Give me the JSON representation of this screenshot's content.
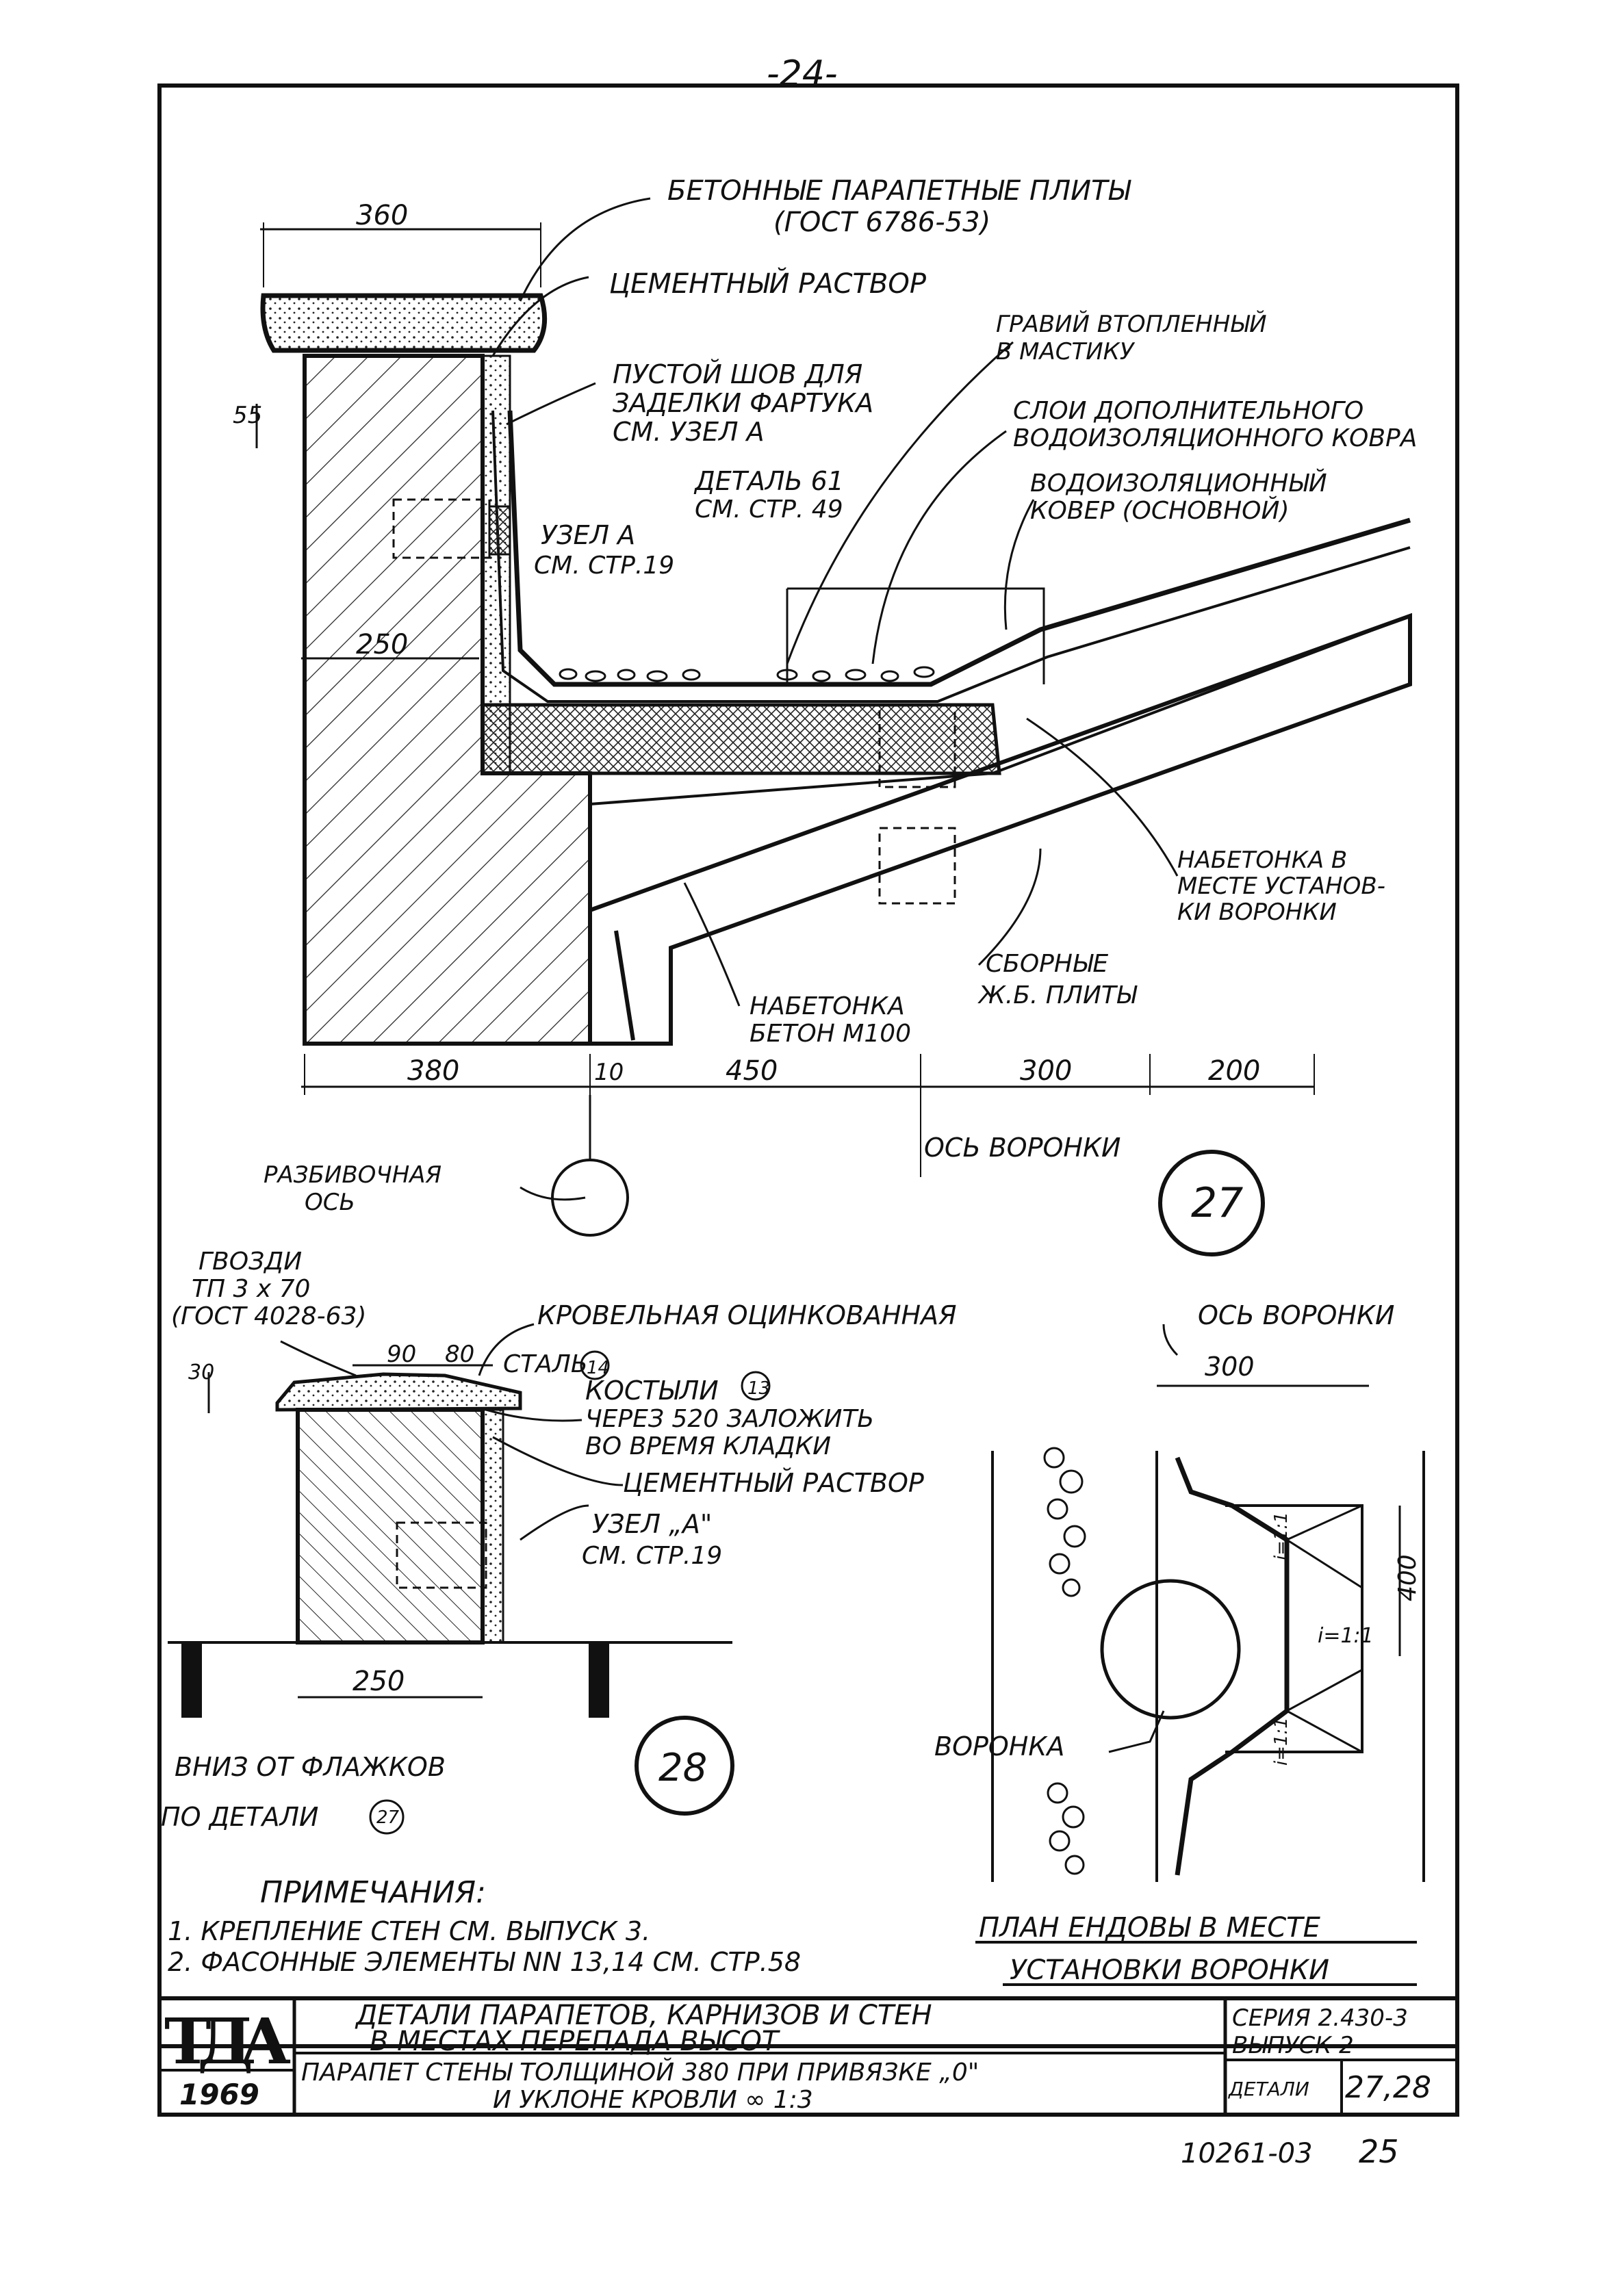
{
  "page": {
    "page_number": "-24-",
    "sheet_number": "25",
    "archive_code": "10261-03"
  },
  "detail27": {
    "labels": {
      "concrete_slabs": "БЕТОННЫЕ ПАРАПЕТНЫЕ ПЛИТЫ",
      "gost": "(ГОСТ 6786-53)",
      "cement_mortar": "ЦЕМЕНТНЫЙ РАСТВОР",
      "empty_joint_1": "ПУСТОЙ ШОВ ДЛЯ",
      "empty_joint_2": "ЗАДЕЛКИ ФАРТУКА",
      "empty_joint_3": "СМ. УЗЕЛ А",
      "gravel_1": "ГРАВИЙ ВТОПЛЕННЫЙ",
      "gravel_2": "В МАСТИКУ",
      "extra_layers_1": "СЛОИ ДОПОЛНИТЕЛЬНОГО",
      "extra_layers_2": "ВОДОИЗОЛЯЦИОННОГО КОВРА",
      "detail61_1": "ДЕТАЛЬ 61",
      "detail61_2": "СМ. СТР. 49",
      "main_carpet_1": "ВОДОИЗОЛЯЦИОННЫЙ",
      "main_carpet_2": "КОВЕР (ОСНОВНОЙ)",
      "node_a_1": "УЗЕЛ А",
      "node_a_2": "СМ. СТР.19",
      "topping_funnel_1": "НАБЕТОНКА В",
      "topping_funnel_2": "МЕСТЕ УСТАНОВ-",
      "topping_funnel_3": "КИ ВОРОНКИ",
      "precast_1": "СБОРНЫЕ",
      "precast_2": "Ж.Б. ПЛИТЫ",
      "topping_m100_1": "НАБЕТОНКА",
      "topping_m100_2": "БЕТОН М100",
      "funnel_axis": "ОСЬ ВОРОНКИ",
      "layout_axis_1": "РАЗБИВОЧНАЯ",
      "layout_axis_2": "ОСЬ"
    },
    "dims": {
      "d360": "360",
      "d55": "55",
      "d250": "250",
      "d380": "380",
      "d10": "10",
      "d450": "450",
      "d300": "300",
      "d200": "200"
    },
    "number": "27"
  },
  "detail28": {
    "labels": {
      "nails_1": "ГВОЗДИ",
      "nails_2": "ТП 3 х 70",
      "nails_3": "(ГОСТ 4028-63)",
      "roof_steel_1": "КРОВЕЛЬНАЯ ОЦИНКОВАННАЯ",
      "roof_steel_2": "СТАЛЬ",
      "roof_steel_mark": "14",
      "crutches_1": "КОСТЫЛИ",
      "crutches_mark": "13",
      "crutches_2": "ЧЕРЕЗ 520 ЗАЛОЖИТЬ",
      "crutches_3": "ВО ВРЕМЯ КЛАДКИ",
      "cement_mortar": "ЦЕМЕНТНЫЙ РАСТВОР",
      "node_a_1": "УЗЕЛ „А\"",
      "node_a_2": "СМ. СТР.19",
      "below_flags_1": "ВНИЗ ОТ ФЛАЖКОВ",
      "below_flags_2": "ПО ДЕТАЛИ",
      "below_flags_mark": "27"
    },
    "dims": {
      "d30": "30",
      "d90": "90",
      "d80": "80",
      "d250": "250"
    },
    "number": "28"
  },
  "plan": {
    "funnel_axis": "ОСЬ ВОРОНКИ",
    "d300": "300",
    "d400": "400",
    "slope1": "i=1:1",
    "slope2": "i=1:1",
    "slope3": "i=1:1",
    "funnel": "ВОРОНКА",
    "title_1": "ПЛАН ЕНДОВЫ В МЕСТЕ",
    "title_2": "УСТАНОВКИ ВОРОНКИ"
  },
  "notes": {
    "heading": "ПРИМЕЧАНИЯ:",
    "items": [
      "1. КРЕПЛЕНИЕ СТЕН СМ. ВЫПУСК 3.",
      "2. ФАСОННЫЕ ЭЛЕМЕНТЫ NN 13,14 СМ. СТР.58"
    ]
  },
  "title_block": {
    "logo": "ТДА",
    "year": "1969",
    "title_1": "ДЕТАЛИ ПАРАПЕТОВ, КАРНИЗОВ И СТЕН",
    "title_2": "В МЕСТАХ ПЕРЕПАДА ВЫСОТ",
    "subtitle_1": "ПАРАПЕТ СТЕНЫ ТОЛЩИНОЙ 380 ПРИ ПРИВЯЗКЕ „0\"",
    "subtitle_2": "И УКЛОНЕ КРОВЛИ ∞ 1:3",
    "series": "СЕРИЯ 2.430-3",
    "issue": "ВЫПУСК 2",
    "detail_label": "ДЕТАЛИ",
    "detail_nums": "27,28"
  }
}
